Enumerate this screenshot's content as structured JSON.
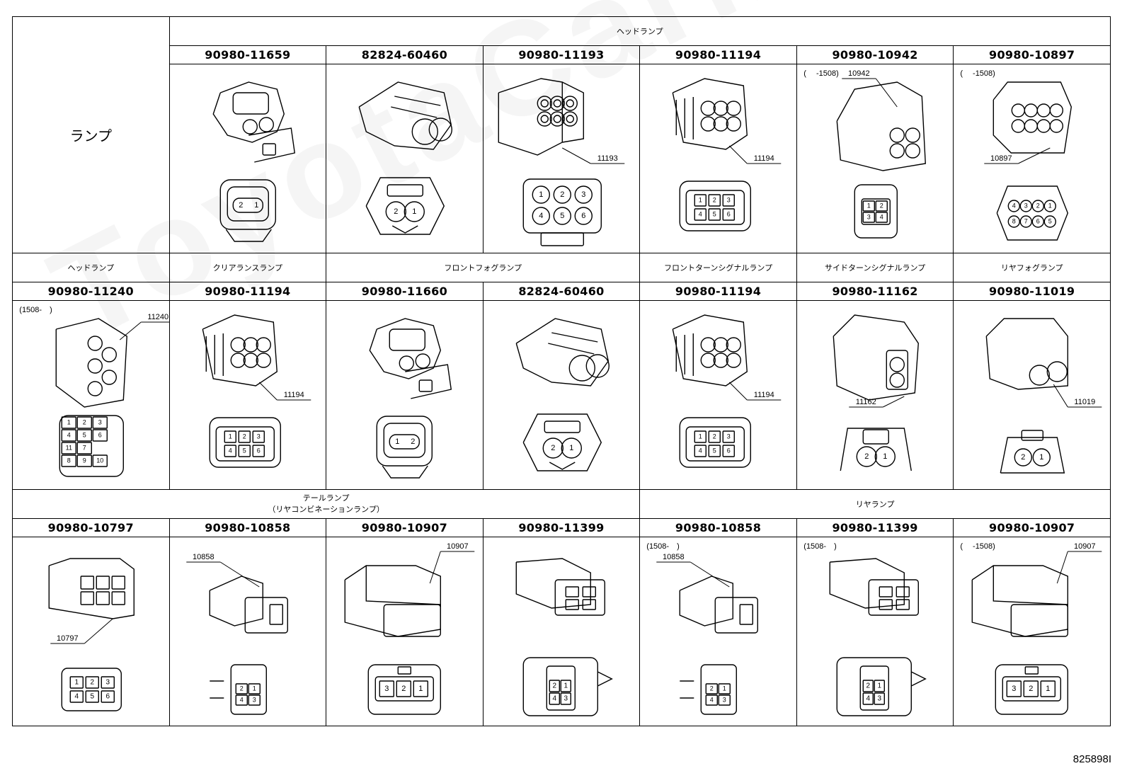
{
  "sidebar_label": "ランプ",
  "groups": {
    "headlamp": "ヘッドランプ",
    "headlamp2": "ヘッドランプ",
    "clearance": "クリアランスランプ",
    "front_fog": "フロントフォグランプ",
    "front_turn": "フロントターンシグナルランプ",
    "side_turn": "サイドターンシグナルランプ",
    "rear_fog": "リヤフォグランプ",
    "tail_line1": "テールランプ",
    "tail_line2": "（リヤコンビネーションランプ）",
    "rear_lamp": "リヤランプ"
  },
  "row1": [
    {
      "part": "90980-11659",
      "label": "",
      "note": "",
      "pins": "2 1"
    },
    {
      "part": "82824-60460",
      "label": "",
      "note": "",
      "pins": "2 1"
    },
    {
      "part": "90980-11193",
      "label": "11193",
      "note": "",
      "pins": "1 2 3 4 5 6"
    },
    {
      "part": "90980-11194",
      "label": "11194",
      "note": "",
      "pins": "1 2 3 4 5 6"
    },
    {
      "part": "90980-10942",
      "label": "10942",
      "note": "(　 -1508)",
      "pins": "1 2 3 4"
    },
    {
      "part": "90980-10897",
      "label": "10897",
      "note": "(　 -1508)",
      "pins": "4 3 2 1 8 7 6 5"
    }
  ],
  "row2": [
    {
      "part": "90980-11240",
      "label": "11240",
      "note": "(1508-　)",
      "pins": "1 2 3 4 5 6 7 8 9 10 11"
    },
    {
      "part": "90980-11194",
      "label": "11194",
      "note": "",
      "pins": "1 2 3 4 5 6"
    },
    {
      "part": "90980-11660",
      "label": "",
      "note": "",
      "pins": "1 2"
    },
    {
      "part": "82824-60460",
      "label": "",
      "note": "",
      "pins": "2 1"
    },
    {
      "part": "90980-11194",
      "label": "11194",
      "note": "",
      "pins": "1 2 3 4 5 6"
    },
    {
      "part": "90980-11162",
      "label": "11162",
      "note": "",
      "pins": "2 1"
    },
    {
      "part": "90980-11019",
      "label": "11019",
      "note": "",
      "pins": "2 1"
    }
  ],
  "row3": [
    {
      "part": "90980-10797",
      "label": "10797",
      "note": "",
      "pins": "1 2 3 4 5 6"
    },
    {
      "part": "90980-10858",
      "label": "10858",
      "note": "",
      "pins": "2 1 4 3"
    },
    {
      "part": "90980-10907",
      "label": "10907",
      "note": "",
      "pins": "3 2 1"
    },
    {
      "part": "90980-11399",
      "label": "",
      "note": "",
      "pins": "2 1 4 3"
    },
    {
      "part": "90980-10858",
      "label": "10858",
      "note": "(1508-　)",
      "pins": "2 1 4 3"
    },
    {
      "part": "90980-11399",
      "label": "",
      "note": "(1508-　)",
      "pins": "2 1 4 3"
    },
    {
      "part": "90980-10907",
      "label": "10907",
      "note": "(　 -1508)",
      "pins": "3 2 1"
    }
  ],
  "figure_code": "825898I",
  "watermark": "ToyotaCarManuals"
}
